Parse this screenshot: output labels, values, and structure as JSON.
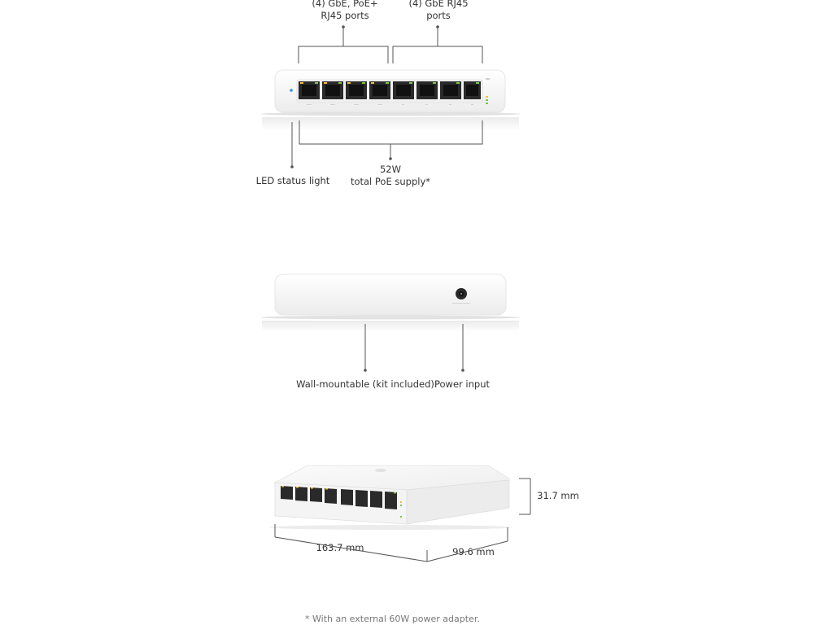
{
  "views": {
    "front": {
      "label_poe_ports_line1": "(4) GbE, PoE+",
      "label_poe_ports_line2": "RJ45 ports",
      "label_gbe_ports_line1": "(4) GbE RJ45",
      "label_gbe_ports_line2": "ports",
      "label_led": "LED status light",
      "label_poe_supply_line1": "52W",
      "label_poe_supply_line2": "total PoE supply*"
    },
    "back": {
      "label_wall_mount": "Wall-mountable (kit included)",
      "label_power_input": "Power input"
    },
    "dimensions": {
      "height": "31.7 mm",
      "width": "163.7 mm",
      "depth": "99.6 mm"
    }
  },
  "footnote": "* With an external 60W power adapter.",
  "colors": {
    "device_body": "#f4f4f4",
    "port_dark": "#2a2a2a",
    "led_green": "#7ac943",
    "led_amber": "#f2c12e",
    "status_led_blue": "#3a8dde"
  }
}
